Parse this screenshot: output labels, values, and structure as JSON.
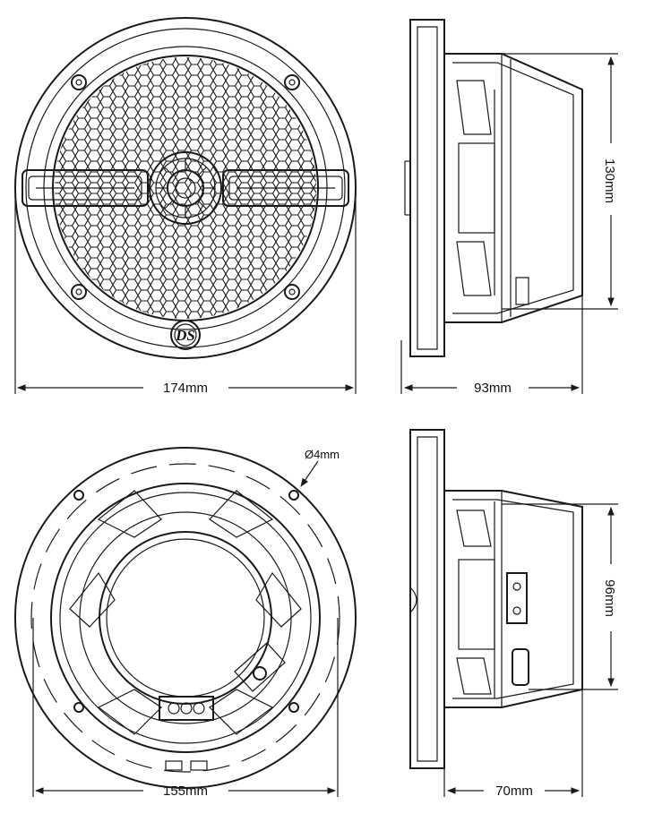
{
  "dimensions": {
    "front_width": "174mm",
    "side_depth_top": "93mm",
    "side_height_top": "130mm",
    "cutout_diameter": "155mm",
    "side_depth_bottom": "70mm",
    "side_height_bottom": "96mm",
    "hole_diameter": "Ø4mm"
  },
  "logo": "DS"
}
